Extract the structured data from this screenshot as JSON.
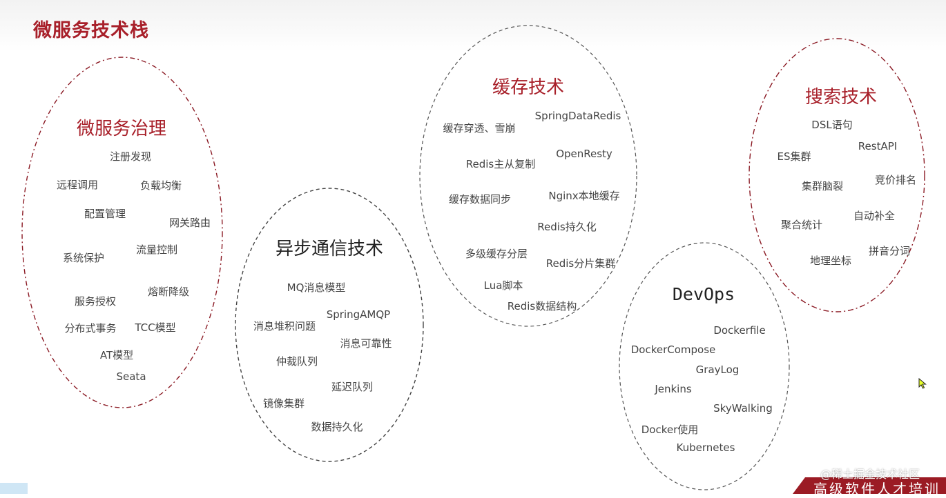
{
  "page": {
    "title": "微服务技术栈"
  },
  "clusters": [
    {
      "title": "微服务治理",
      "border_color": "#8b1a24",
      "items": [
        "注册发现",
        "远程调用",
        "负载均衡",
        "配置管理",
        "网关路由",
        "系统保护",
        "流量控制",
        "服务授权",
        "熔断降级",
        "分布式事务",
        "TCC模型",
        "AT模型",
        "Seata"
      ]
    },
    {
      "title": "异步通信技术",
      "border_color": "#444444",
      "items": [
        "MQ消息模型",
        "SpringAMQP",
        "消息堆积问题",
        "消息可靠性",
        "仲裁队列",
        "延迟队列",
        "镜像集群",
        "数据持久化"
      ]
    },
    {
      "title": "缓存技术",
      "border_color": "#555555",
      "items": [
        "SpringDataRedis",
        "缓存穿透、雪崩",
        "OpenResty",
        "Redis主从复制",
        "缓存数据同步",
        "Nginx本地缓存",
        "Redis持久化",
        "多级缓存分层",
        "Redis分片集群",
        "Lua脚本",
        "Redis数据结构"
      ]
    },
    {
      "title": "搜索技术",
      "border_color": "#8b1a24",
      "items": [
        "DSL语句",
        "RestAPI",
        "ES集群",
        "竞价排名",
        "集群脑裂",
        "自动补全",
        "聚合统计",
        "拼音分词",
        "地理坐标"
      ]
    },
    {
      "title": "DevOps",
      "border_color": "#555555",
      "items": [
        "Dockerfile",
        "DockerCompose",
        "GrayLog",
        "Jenkins",
        "SkyWalking",
        "Docker使用",
        "Kubernetes"
      ]
    }
  ],
  "footer": {
    "watermark": "@稀土掘金技术社区",
    "banner": "高级软件人才培训"
  },
  "colors": {
    "accent_red": "#a8202a",
    "banner_red": "#9b1b24"
  },
  "icons": {
    "cursor": "mouse-pointer-icon"
  }
}
